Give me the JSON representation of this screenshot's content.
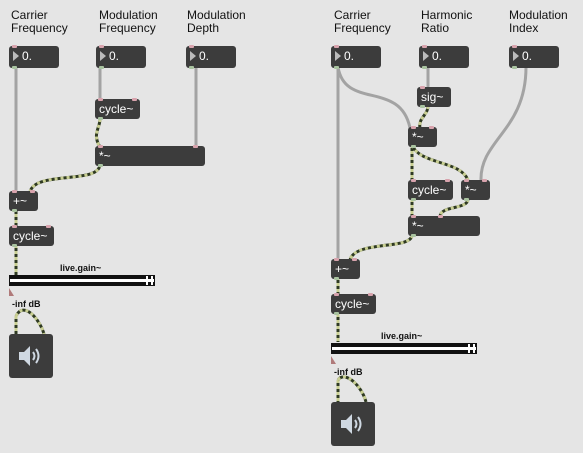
{
  "left_patch": {
    "labels": {
      "carrier": [
        "Carrier",
        "Frequency"
      ],
      "modfreq": [
        "Modulation",
        "Frequency"
      ],
      "moddepth": [
        "Modulation",
        "Depth"
      ]
    },
    "numbers": {
      "carrier": "0.",
      "modfreq": "0.",
      "moddepth": "0."
    },
    "objects": {
      "cycle_mod": "cycle~",
      "mult": "*~",
      "plus": "+~",
      "cycle_out": "cycle~"
    },
    "gain": {
      "label": "live.gain~",
      "value": "-inf dB"
    },
    "dac_icon": "speaker-icon"
  },
  "right_patch": {
    "labels": {
      "carrier": [
        "Carrier",
        "Frequency"
      ],
      "harmonic": [
        "Harmonic",
        "Ratio"
      ],
      "modindex": [
        "Modulation",
        "Index"
      ]
    },
    "numbers": {
      "carrier": "0.",
      "harmonic": "0.",
      "modindex": "0."
    },
    "objects": {
      "sig": "sig~",
      "mult_a": "*~",
      "cycle_mod": "cycle~",
      "mult_b": "*~",
      "mult_c": "*~",
      "plus": "+~",
      "cycle_out": "cycle~"
    },
    "gain": {
      "label": "live.gain~",
      "value": "-inf dB"
    },
    "dac_icon": "speaker-icon"
  },
  "colors": {
    "object_bg": "#3c3c3c",
    "canvas_bg": "#e5e5e5",
    "patch_cord": "#a0a0a0",
    "signal_cord": "#b8c48a",
    "inlet": "#d8a3ad",
    "outlet": "#a9c3a0"
  }
}
